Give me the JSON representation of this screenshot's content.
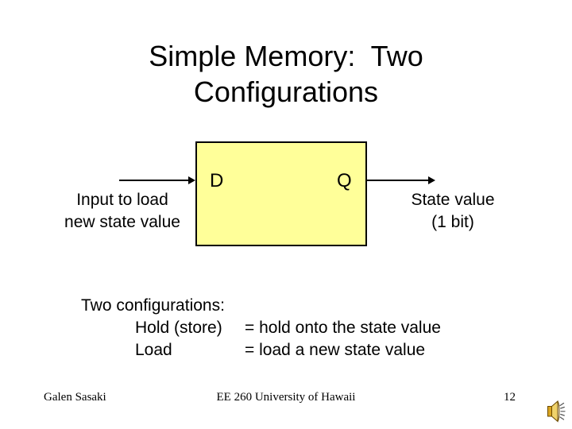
{
  "title": {
    "line1": "Simple Memory:  Two",
    "line2": "Configurations"
  },
  "diagram": {
    "flipflop": {
      "d_port": "D",
      "q_port": "Q"
    },
    "input_caption": "Input to load\nnew state value",
    "output_caption": "State value\n(1 bit)"
  },
  "body": {
    "heading": "Two configurations:",
    "rows": [
      {
        "term": "Hold (store)",
        "definition": "= hold onto the state value"
      },
      {
        "term": "Load",
        "definition": "= load a new state value"
      }
    ]
  },
  "footer": {
    "author": "Galen Sasaki",
    "course": "EE 260 University of Hawaii",
    "page_number": "12"
  },
  "colors": {
    "background": "#FFFFFF",
    "text": "#000000",
    "box_fill": "#FFFF99",
    "box_border": "#000000",
    "speaker_gold": "#D9A520"
  }
}
